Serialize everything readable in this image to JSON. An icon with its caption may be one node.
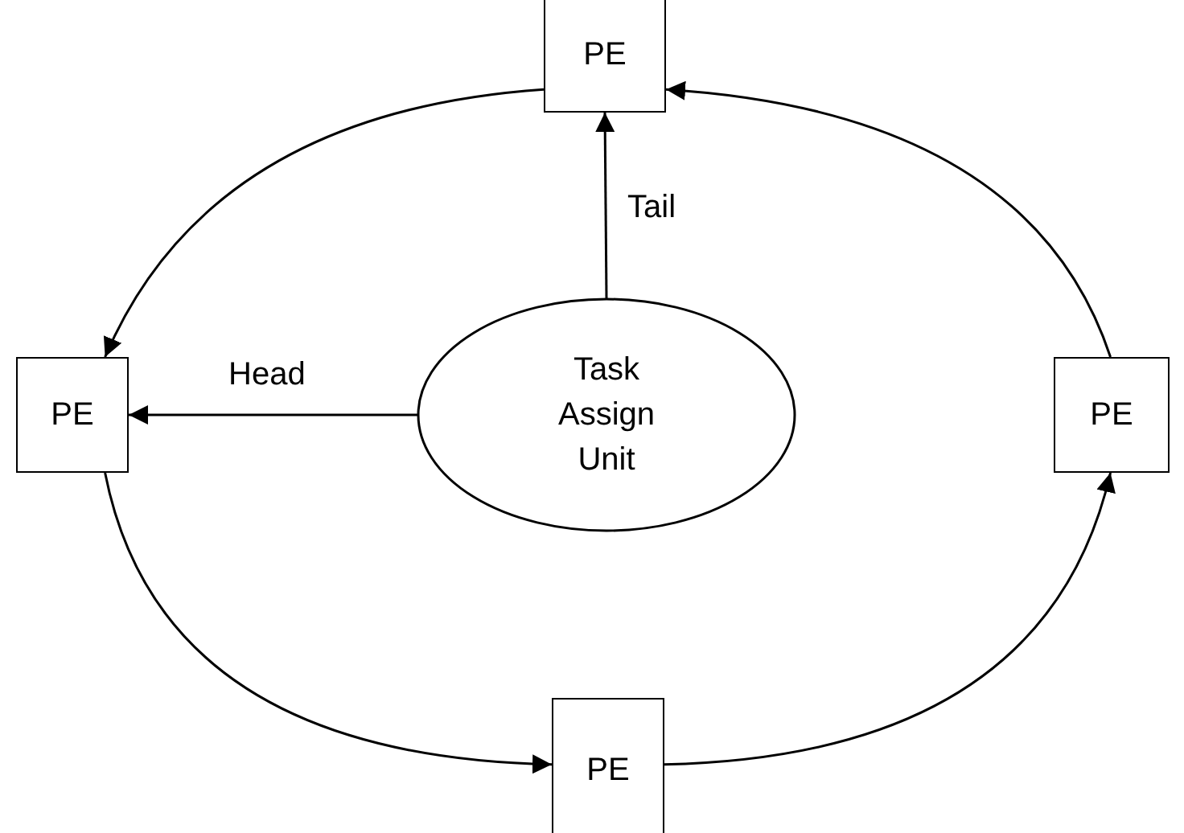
{
  "diagram": {
    "nodes": [
      {
        "text": [
          "PE"
        ]
      },
      {
        "text": [
          "PE"
        ]
      },
      {
        "text": [
          "Task Assign Unit"
        ]
      },
      {
        "text": [
          "PE"
        ]
      },
      {
        "text": [
          "PE"
        ]
      }
    ],
    "edges": [
      {
        "from": 0,
        "to": 1,
        "arrow": "to"
      },
      {
        "from": 1,
        "to": 4,
        "arrow": "to"
      },
      {
        "from": 4,
        "to": 3,
        "arrow": "to"
      },
      {
        "from": 3,
        "to": 0,
        "arrow": "to"
      },
      {
        "from": 2,
        "to": 1,
        "arrow": "to",
        "label": "Head"
      },
      {
        "from": 2,
        "to": 0,
        "arrow": "to",
        "label": "Tail"
      }
    ]
  }
}
